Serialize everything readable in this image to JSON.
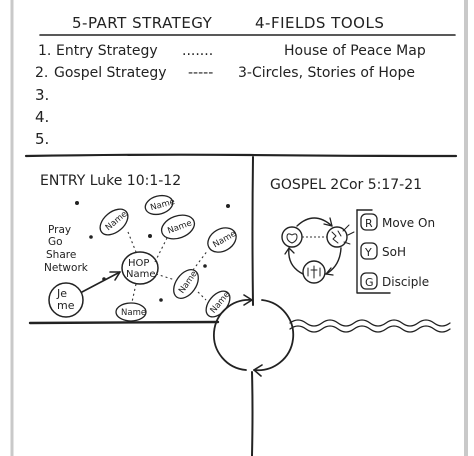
{
  "header": {
    "left_title": "5-PART STRATEGY",
    "right_title": "4-FIELDS TOOLS"
  },
  "strategy_list": [
    {
      "num": "1.",
      "label": "Entry Strategy",
      "leader": ".......",
      "tool": "House of Peace Map"
    },
    {
      "num": "2.",
      "label": "Gospel Strategy",
      "leader": "-----",
      "tool": "3-Circles, Stories of Hope"
    },
    {
      "num": "3.",
      "label": "",
      "leader": "",
      "tool": ""
    },
    {
      "num": "4.",
      "label": "",
      "leader": "",
      "tool": ""
    },
    {
      "num": "5.",
      "label": "",
      "leader": "",
      "tool": ""
    }
  ],
  "entry": {
    "title": "ENTRY Luke 10:1-12",
    "steps": [
      "Pray",
      "Go",
      "Share",
      "Network"
    ],
    "jesus_label_1": "Je",
    "jesus_label_2": "me",
    "hop_label_1": "HOP",
    "hop_label_2": "Name",
    "name_bubbles": [
      "Name",
      "Name",
      "Name",
      "Name",
      "Name",
      "Name"
    ]
  },
  "gospel": {
    "title": "GOSPEL 2Cor 5:17-21",
    "legend": [
      {
        "letter": "R",
        "label": "Move On"
      },
      {
        "letter": "Y",
        "label": "SoH"
      },
      {
        "letter": "G",
        "label": "Disciple"
      }
    ]
  }
}
